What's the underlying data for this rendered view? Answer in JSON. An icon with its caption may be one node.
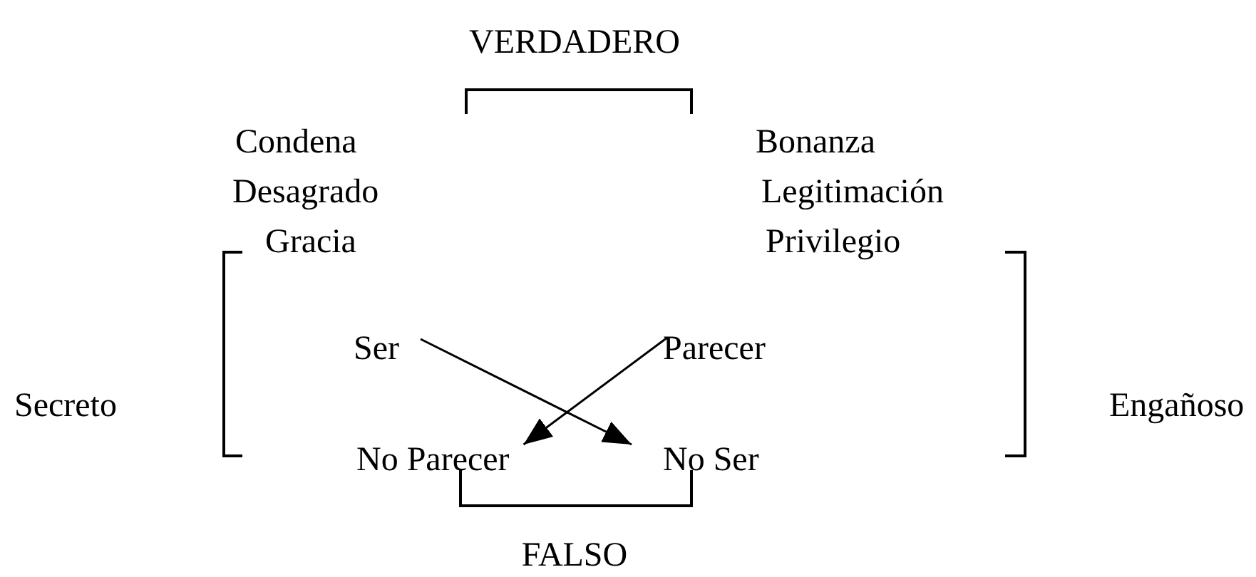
{
  "diagram": {
    "nodes": [
      {
        "text": [
          "Ser"
        ]
      },
      {
        "text": [
          "Parecer"
        ]
      },
      {
        "text": [
          "No Parecer"
        ]
      },
      {
        "text": [
          "No Ser"
        ]
      }
    ],
    "edges": [
      {
        "from": 0,
        "to": 3,
        "arrow": "to"
      },
      {
        "from": 1,
        "to": 2,
        "arrow": "to"
      }
    ],
    "labels": [
      "VERDADERO",
      "Condena",
      "Desagrado",
      "Gracia",
      "Bonanza",
      "Legitimación",
      "Privilegio",
      "Secreto",
      "Engañoso",
      "FALSO"
    ]
  }
}
